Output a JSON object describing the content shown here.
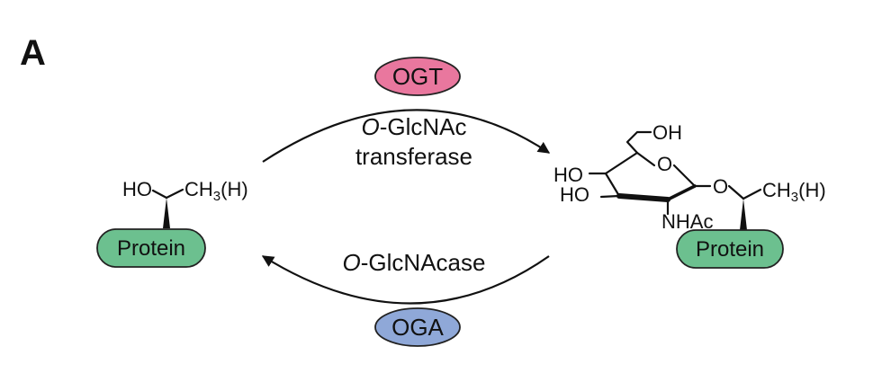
{
  "panel_label": "A",
  "enzymes": {
    "ogt": {
      "label": "OGT",
      "color": "#e9779e"
    },
    "oga": {
      "label": "OGA",
      "color": "#8fa8d8"
    }
  },
  "forward_reaction": {
    "italic_prefix": "O",
    "line1_rest": "-GlcNAc",
    "line2": "transferase"
  },
  "reverse_reaction": {
    "italic_prefix": "O",
    "rest": "-GlcNAcase"
  },
  "substrate": {
    "hydroxyl": "HO",
    "methyl_prefix": "CH",
    "methyl_sub": "3",
    "methyl_suffix": "(H)",
    "protein_label": "Protein"
  },
  "product": {
    "ho_top": "HO",
    "ho_bottom": "HO",
    "oh_top": "OH",
    "ring_o": "O",
    "glyco_o": "O",
    "nhac": "NHAc",
    "methyl_prefix": "CH",
    "methyl_sub": "3",
    "methyl_suffix": "(H)",
    "protein_label": "Protein"
  },
  "protein_color": "#6cc08f"
}
